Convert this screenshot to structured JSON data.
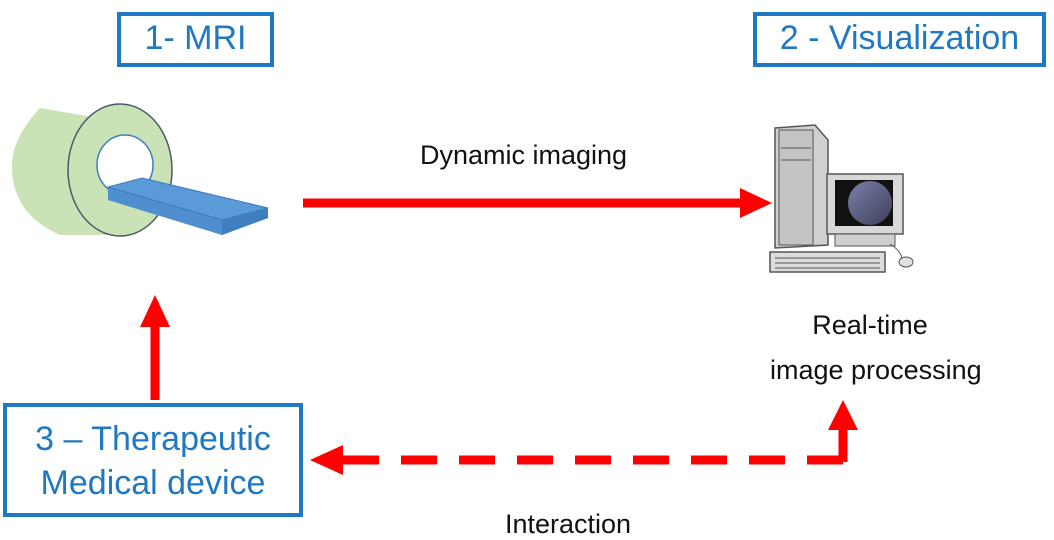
{
  "boxes": {
    "mri": "1- MRI",
    "visualization": "2 - Visualization",
    "device_line1": "3 – Therapeutic",
    "device_line2": "Medical device"
  },
  "labels": {
    "dynamic_imaging": "Dynamic imaging",
    "processing_line1": "Real-time",
    "processing_line2": "image processing",
    "interaction": "Interaction"
  },
  "colors": {
    "accent": "#1f78c1",
    "arrow": "#ff0000"
  }
}
